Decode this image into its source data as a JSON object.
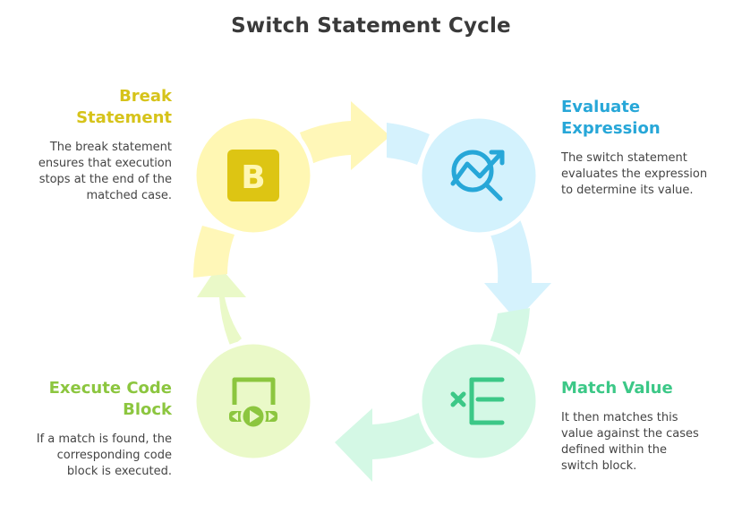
{
  "title": "Switch Statement Cycle",
  "steps": [
    {
      "heading_lines": [
        "Break",
        "Statement"
      ],
      "description_lines": [
        "The break statement",
        "ensures that execution",
        "stops at the end of the",
        "matched case."
      ],
      "icon": "letter-b-icon",
      "icon_letter": "B",
      "color": "#d6c31a",
      "fill": "#fff7b3"
    },
    {
      "heading_lines": [
        "Evaluate",
        "Expression"
      ],
      "description_lines": [
        "The switch statement",
        "evaluates the expression",
        "to determine its value."
      ],
      "icon": "chart-magnifier-icon",
      "color": "#27a7d8",
      "fill": "#d3f2fd"
    },
    {
      "heading_lines": [
        "Match Value"
      ],
      "description_lines": [
        "It then matches this",
        "value against the cases",
        "defined within the",
        "switch block."
      ],
      "icon": "list-match-icon",
      "color": "#3cc887",
      "fill": "#d4f8e5"
    },
    {
      "heading_lines": [
        "Execute Code",
        "Block"
      ],
      "description_lines": [
        "If a match is found, the",
        "corresponding code",
        "block is executed."
      ],
      "icon": "media-play-icon",
      "color": "#8cc63f",
      "fill": "#eaf9c8"
    }
  ]
}
